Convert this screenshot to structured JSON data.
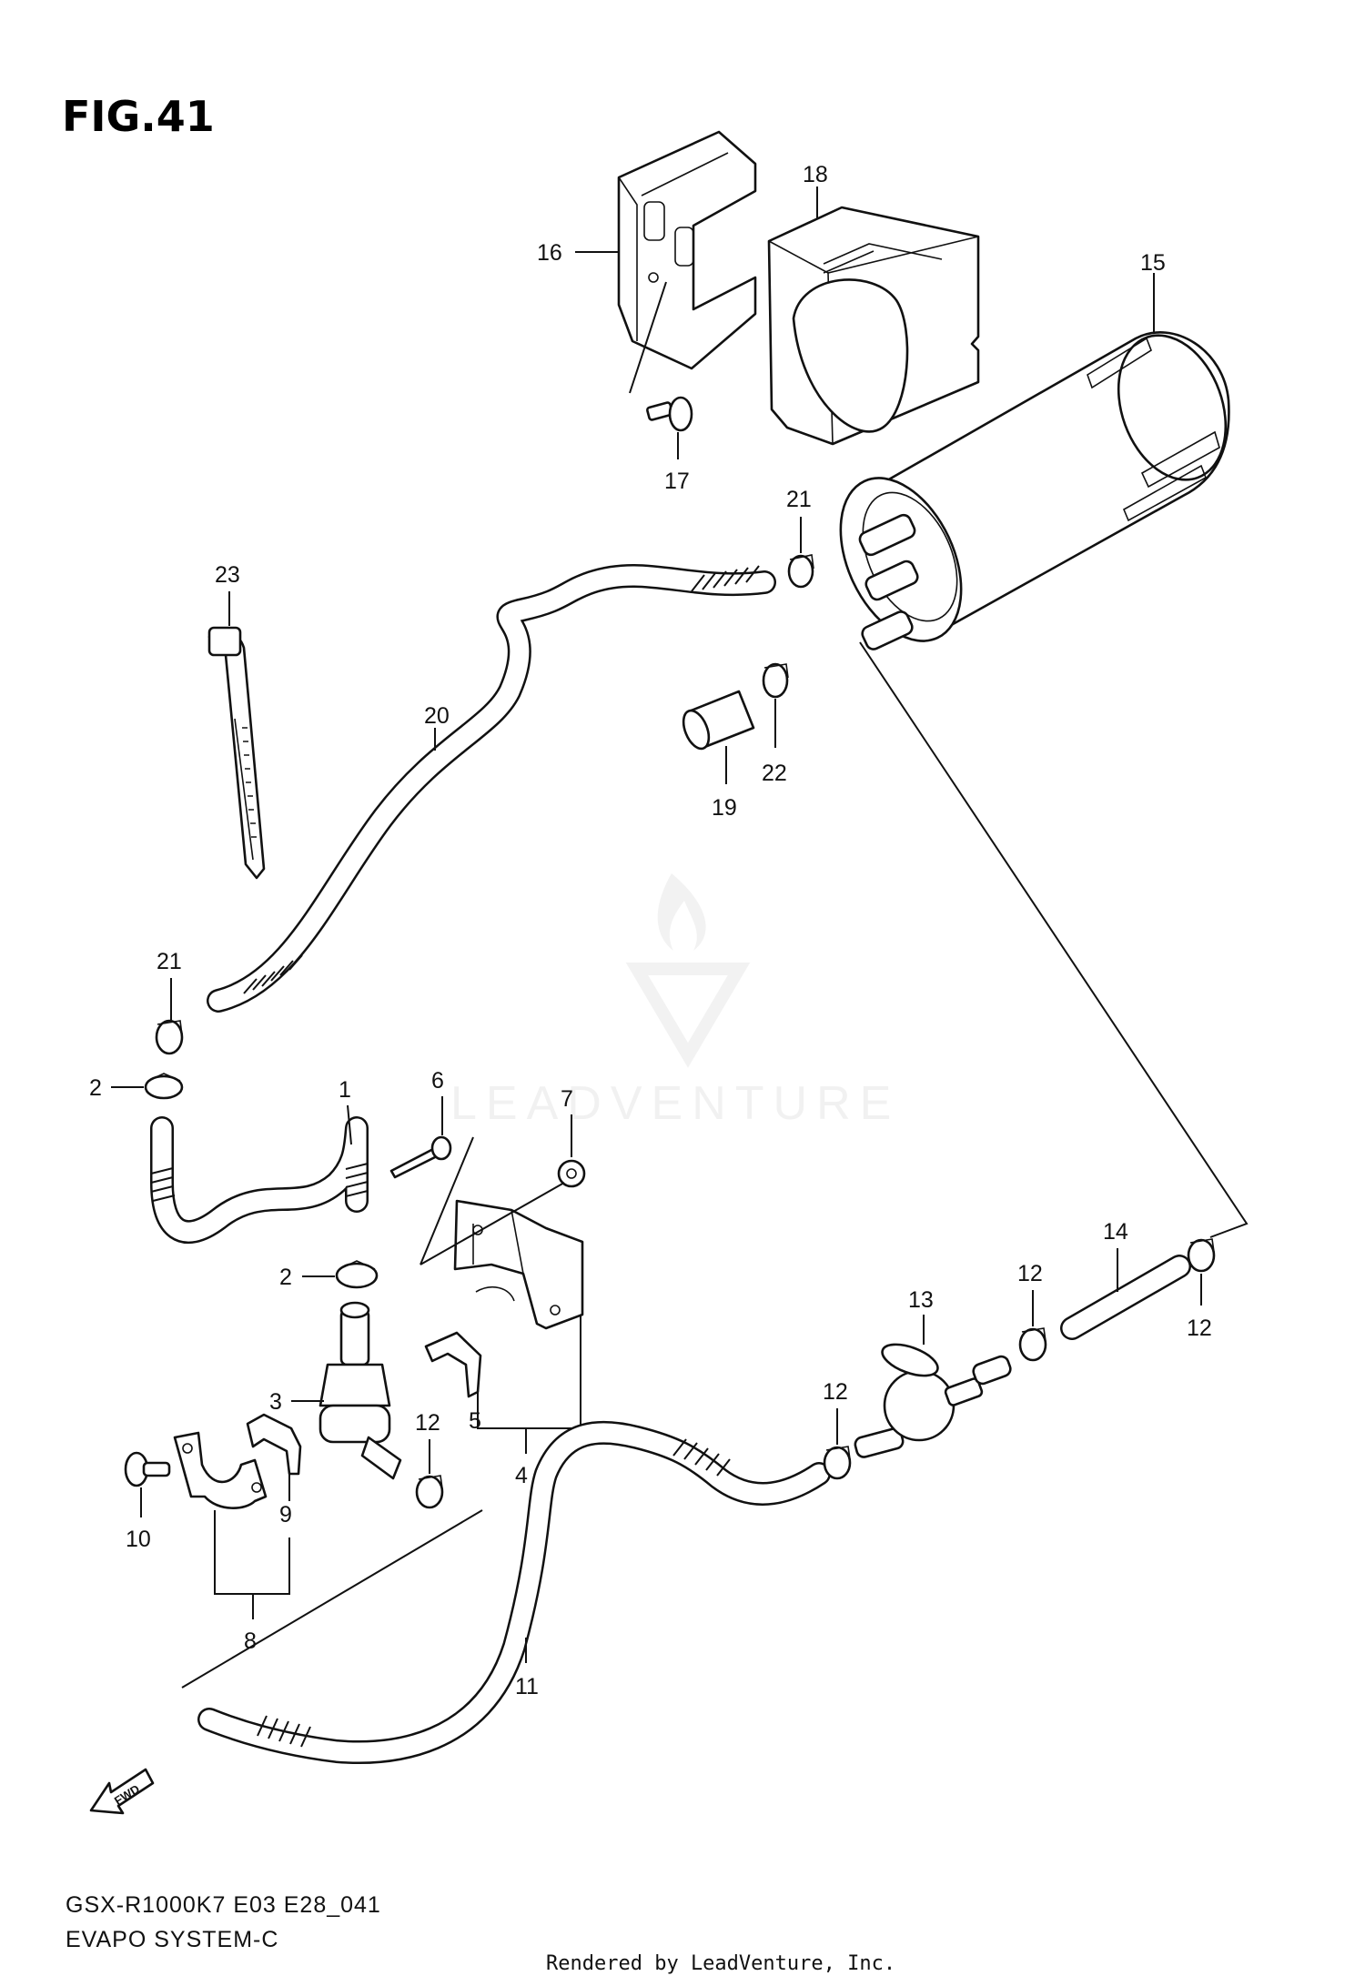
{
  "figure": {
    "title": "FIG.41",
    "model_code": "GSX-R1000K7 E03 E28_041",
    "section_name": "EVAPO SYSTEM-C",
    "footer": "Rendered by LeadVenture, Inc.",
    "watermark": "LEADVENTURE",
    "fwd_label": "FWD"
  },
  "callouts": {
    "c1": "1",
    "c2a": "2",
    "c2b": "2",
    "c3": "3",
    "c4": "4",
    "c5": "5",
    "c6": "6",
    "c7": "7",
    "c8": "8",
    "c9": "9",
    "c10": "10",
    "c11": "11",
    "c12a": "12",
    "c12b": "12",
    "c12c": "12",
    "c12d": "12",
    "c13": "13",
    "c14": "14",
    "c15": "15",
    "c16": "16",
    "c17": "17",
    "c18": "18",
    "c19": "19",
    "c20": "20",
    "c21a": "21",
    "c21b": "21",
    "c22": "22",
    "c23": "23"
  }
}
